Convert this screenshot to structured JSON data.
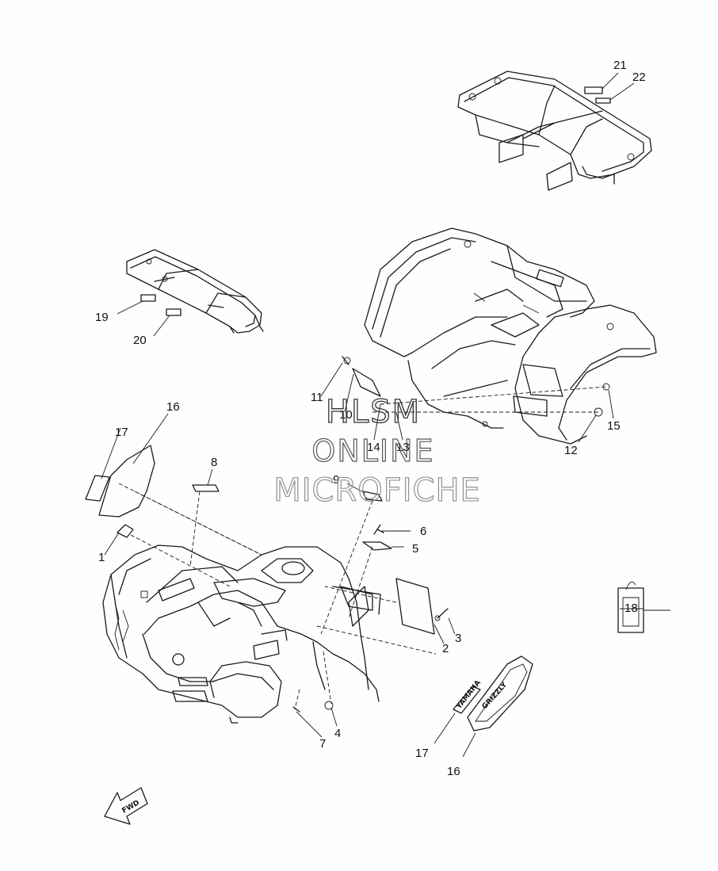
{
  "callouts": [
    {
      "id": "c1",
      "text": "1"
    },
    {
      "id": "c2",
      "text": "2"
    },
    {
      "id": "c3",
      "text": "3"
    },
    {
      "id": "c4",
      "text": "4"
    },
    {
      "id": "c5",
      "text": "5"
    },
    {
      "id": "c6",
      "text": "6"
    },
    {
      "id": "c7",
      "text": "7"
    },
    {
      "id": "c8",
      "text": "8"
    },
    {
      "id": "c9",
      "text": "9"
    },
    {
      "id": "c10",
      "text": "10"
    },
    {
      "id": "c11",
      "text": "11"
    },
    {
      "id": "c12",
      "text": "12"
    },
    {
      "id": "c13",
      "text": "13"
    },
    {
      "id": "c14",
      "text": "14"
    },
    {
      "id": "c15",
      "text": "15"
    },
    {
      "id": "c16a",
      "text": "16"
    },
    {
      "id": "c16b",
      "text": "16"
    },
    {
      "id": "c17a",
      "text": "17"
    },
    {
      "id": "c17b",
      "text": "17"
    },
    {
      "id": "c18",
      "text": "18"
    },
    {
      "id": "c19",
      "text": "19"
    },
    {
      "id": "c20",
      "text": "20"
    },
    {
      "id": "c21",
      "text": "21"
    },
    {
      "id": "c22",
      "text": "22"
    }
  ],
  "watermark": {
    "line1": "HLSM",
    "line2": "ONLINE",
    "line3": "MICROFICHE"
  },
  "fwd_label": "FWD",
  "emblem_text": "GRIZZLY",
  "decal_text": "YAMAHA"
}
